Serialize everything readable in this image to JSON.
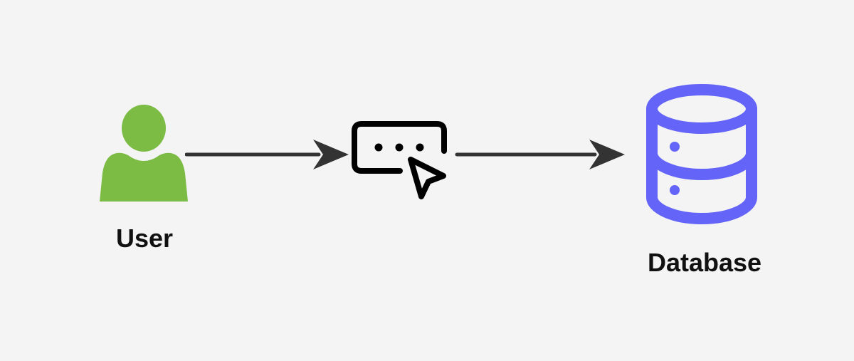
{
  "diagram": {
    "background_color": "#f4f4f4",
    "nodes": [
      {
        "id": "user",
        "label": "User",
        "icon": "user-icon",
        "color": "#7cbc45"
      },
      {
        "id": "input",
        "label": "",
        "icon": "text-input-cursor-icon",
        "color": "#000000"
      },
      {
        "id": "database",
        "label": "Database",
        "icon": "database-icon",
        "color": "#6465f8"
      }
    ],
    "edges": [
      {
        "from": "user",
        "to": "input",
        "color": "#333333"
      },
      {
        "from": "input",
        "to": "database",
        "color": "#333333"
      }
    ]
  }
}
